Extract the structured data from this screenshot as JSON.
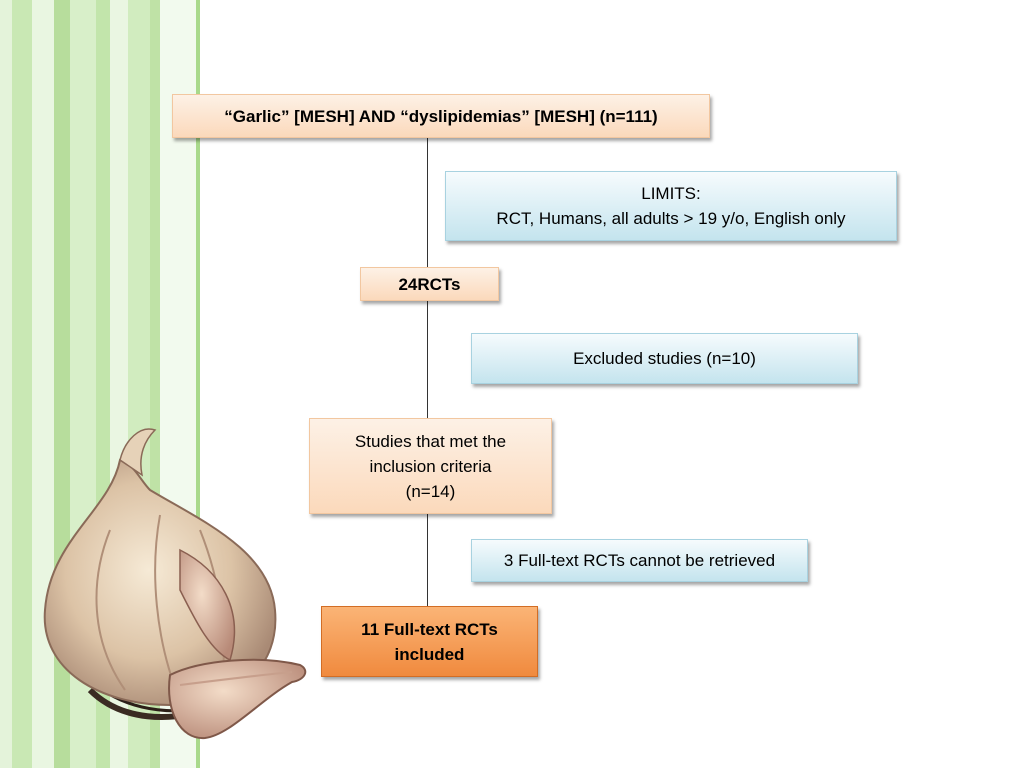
{
  "flowchart": {
    "search": "“Garlic” [MESH] AND “dyslipidemias” [MESH] (n=111)",
    "limits": "LIMITS:\nRCT, Humans, all adults > 19 y/o, English only",
    "rcts": "24RCTs",
    "excluded": "Excluded studies (n=10)",
    "inclusion": "Studies that met the\ninclusion criteria\n(n=14)",
    "not_retrieved": "3 Full-text RCTs cannot be retrieved",
    "included": "11 Full-text RCTs\nincluded"
  },
  "colors": {
    "stripe_green": "#b9e0a0",
    "peach_box": "#fbd9bb",
    "blue_box": "#c4e4ee",
    "orange_box": "#f08a3e"
  }
}
